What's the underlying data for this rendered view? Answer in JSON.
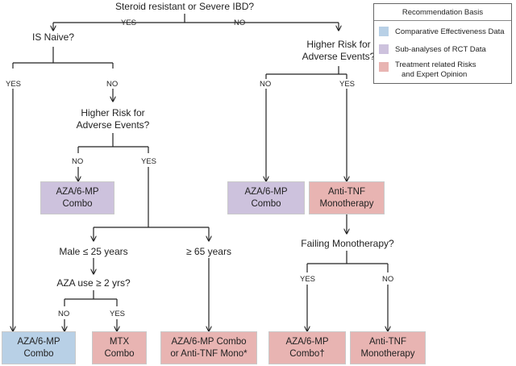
{
  "questions": {
    "root": "Steroid resistant or Severe IBD?",
    "naive": "IS Naive?",
    "risk_left_line1": "Higher Risk for",
    "risk_left_line2": "Adverse Events?",
    "risk_right_line1": "Higher Risk for",
    "risk_right_line2": "Adverse Events?",
    "male": "Male ≤ 25 years",
    "age65": "≥ 65 years",
    "aza_use": "AZA use ≥ 2 yrs?",
    "failing": "Failing Monotherapy?"
  },
  "branch_labels": {
    "yes": "YES",
    "no": "NO"
  },
  "boxes": {
    "aza_combo_mid_line1": "AZA/6-MP",
    "aza_combo_mid_line2": "Combo",
    "aza_combo_right_line1": "AZA/6-MP",
    "aza_combo_right_line2": "Combo",
    "anti_tnf_mono_line1": "Anti-TNF",
    "anti_tnf_mono_line2": "Monotherapy",
    "aza_combo_bottom_left_line1": "AZA/6-MP",
    "aza_combo_bottom_left_line2": "Combo",
    "mtx_combo_line1": "MTX",
    "mtx_combo_line2": "Combo",
    "aza_or_antitnf_line1": "AZA/6-MP Combo",
    "aza_or_antitnf_line2": "or Anti-TNF Mono*",
    "aza_combo_failing_line1": "AZA/6-MP",
    "aza_combo_failing_line2": "Combo†",
    "anti_tnf_bottom_line1": "Anti-TNF",
    "anti_tnf_bottom_line2": "Monotherapy"
  },
  "legend": {
    "title": "Recommendation Basis",
    "items": [
      {
        "label": "Comparative Effectiveness Data",
        "color": "#b8d0e6"
      },
      {
        "label": "Sub-analyses of RCT Data",
        "color": "#cdc2dd"
      },
      {
        "label_line1": "Treatment related Risks",
        "label_line2": "and Expert Opinion",
        "color": "#e8b4b2"
      }
    ]
  }
}
